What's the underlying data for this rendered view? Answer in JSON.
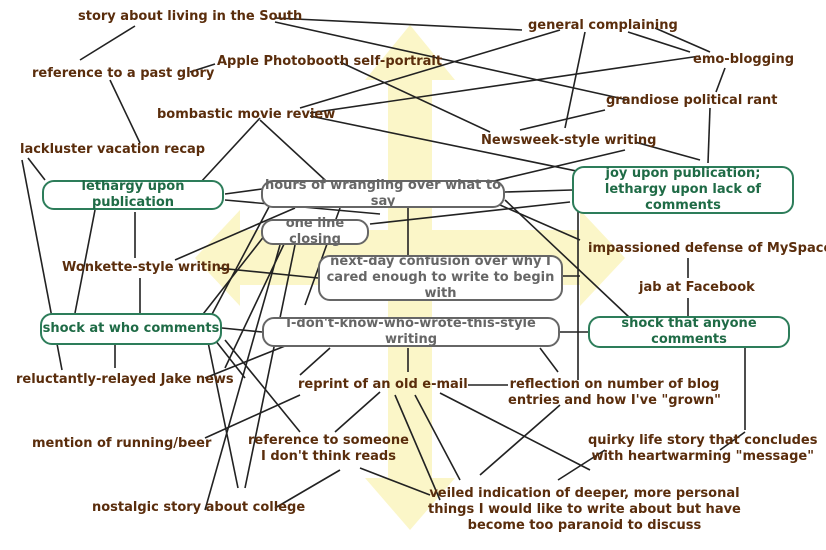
{
  "nodes": {
    "story_south": "story about living in the South",
    "general_complaining": "general complaining",
    "emo_blogging": "emo-blogging",
    "reference_past_glory": "reference to a past glory",
    "photobooth": "Apple Photobooth self-portrait",
    "grandiose_rant": "grandiose political rant",
    "bombastic_review": "bombastic movie review",
    "newsweek": "Newsweek-style writing",
    "vacation_recap": "lackluster vacation recap",
    "lethargy_publication": "lethargy upon publication",
    "hours_wrangling": "hours of wrangling over what to say",
    "joy_line1": "joy upon publication;",
    "joy_line2": "lethargy upon lack of comments",
    "one_line_closing": "one line closing",
    "impassioned_myspace": "impassioned defense of MySpace",
    "wonkette": "Wonkette-style writing",
    "confusion_line1": "next-day confusion over why I",
    "confusion_line2": "cared enough to write to begin with",
    "jab_facebook": "jab at Facebook",
    "shock_who": "shock at who comments",
    "idk_who_wrote": "I-don't-know-who-wrote-this-style writing",
    "shock_anyone": "shock that anyone comments",
    "jake_news": "reluctantly-relayed Jake news",
    "reprint_email": "reprint of an old e-mail",
    "reflection_line1": "reflection on number of blog",
    "reflection_line2": "entries and how I've \"grown\"",
    "running_beer": "mention of running/beer",
    "reference_someone_line1": "reference to someone",
    "reference_someone_line2": "I don't think reads",
    "quirky_line1": "quirky life story that concludes",
    "quirky_line2": "with heartwarming \"message\"",
    "nostalgic_college": "nostalgic story about college",
    "veiled_line1": "veiled indication of deeper, more personal",
    "veiled_line2": "things I would like to write about but have",
    "veiled_line3": "become too paranoid to discuss"
  },
  "colors": {
    "label_text": "#5a2d0c",
    "gray_box": "#666666",
    "green_box": "#2d7d5a",
    "arrow_fill": "#fbf6c8",
    "edge": "#222222"
  }
}
